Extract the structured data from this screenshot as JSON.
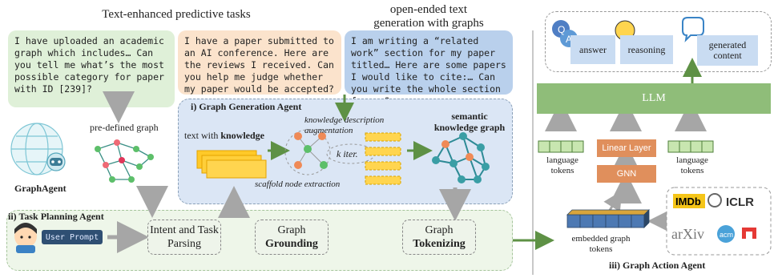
{
  "headers": {
    "predictive": "Text-enhanced predictive tasks",
    "openended": "open-ended text\ngeneration with graphs"
  },
  "prompts": {
    "p1": "I have uploaded an academic graph which includes… Can you tell me what’s the most possible category for paper with ID [239]?",
    "p2": "I have a paper submitted to an AI conference. Here are the reviews I received. Can you help me judge whether my paper would be accepted?",
    "p3": "I am writing a “related work” section for my paper titled… Here are some papers I would like to cite:… Can you write the whole section for me?"
  },
  "left": {
    "predefined_graph": "pre-defined graph",
    "agent_name": "GraphAgent"
  },
  "generation_agent": {
    "title": "i) Graph Generation Agent",
    "text_with": "text with ",
    "knowledge": "knowledge",
    "kda": "knowledge description augmentation",
    "k_iter": "k iter.",
    "scaffold": "scaffold node extraction",
    "semantic_graph": "semantic knowledge graph"
  },
  "planning_agent": {
    "title": "ii) Task Planning Agent",
    "user_prompt": "User Prompt",
    "intent": "Intent and Task Parsing",
    "grounding_1": "Graph",
    "grounding_2": "Grounding",
    "tokenizing_1": "Graph",
    "tokenizing_2": "Tokenizing"
  },
  "action_agent": {
    "title": "iii) Graph Action Agent",
    "answer": "answer",
    "reasoning": "reasoning",
    "generated_content": "generated content",
    "llm": "LLM",
    "linear_layer": "Linear Layer",
    "gnn": "GNN",
    "lang_tokens_left": "language tokens",
    "lang_tokens_right": "language tokens",
    "embedded_tokens": "embedded graph tokens",
    "logos": [
      "IMDb",
      "ICLR",
      "arXiv",
      "acm"
    ]
  },
  "colors": {
    "green_arrow": "#5e9145",
    "gray_arrow": "#a6a6a6",
    "llm": "#8fbd79",
    "orange": "#e08f5c",
    "node_orange": "#ef8a57",
    "node_teal": "#3a9ea5"
  }
}
